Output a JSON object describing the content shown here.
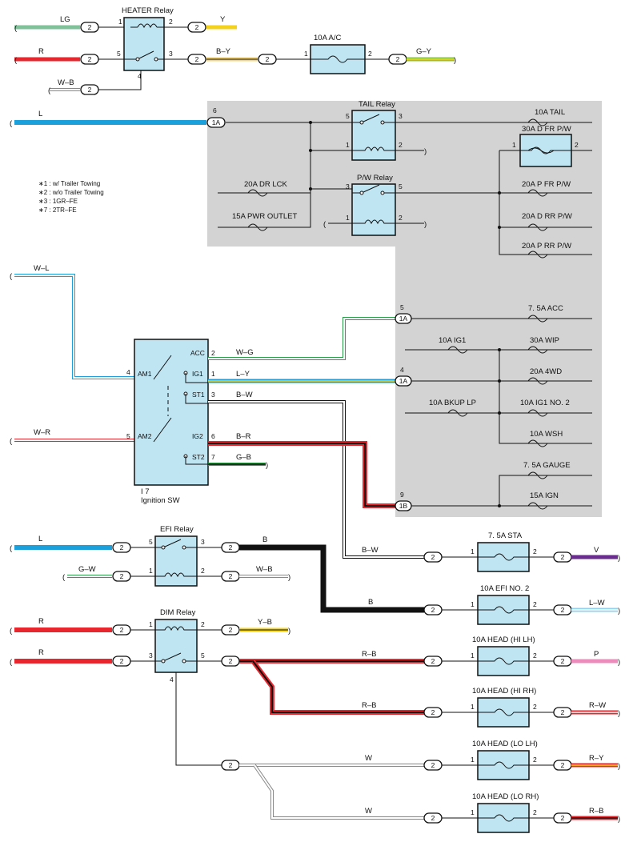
{
  "relays": {
    "heater": "HEATER Relay",
    "tail": "TAIL Relay",
    "pw": "P/W Relay",
    "efi": "EFI Relay",
    "dim": "DIM Relay"
  },
  "fuses": {
    "ac": "10A A/C",
    "tail": "10A TAIL",
    "dfrpw": "30A D FR P/W",
    "drlck": "20A DR LCK",
    "pfrpw": "20A P FR P/W",
    "pwroutlet": "15A PWR OUTLET",
    "drrpw": "20A D RR P/W",
    "prrpw": "20A P RR P/W",
    "acc": "7. 5A ACC",
    "ig1": "10A IG1",
    "wip": "30A WIP",
    "fwd": "20A 4WD",
    "bkuplp": "10A BKUP LP",
    "ig1no2": "10A IG1 NO. 2",
    "wsh": "10A WSH",
    "gauge": "7. 5A GAUGE",
    "ign": "15A IGN",
    "sta": "7. 5A STA",
    "efino2": "10A EFI NO. 2",
    "headhilh": "10A HEAD (HI LH)",
    "headhirh": "10A HEAD (HI RH)",
    "headlolh": "10A HEAD (LO LH)",
    "headlorh": "10A HEAD (LO RH)"
  },
  "notes": [
    "∗1 : w/ Trailer Towing",
    "∗2 : w/o Trailer Towing",
    "∗3 : 1GR–FE",
    "∗7 : 2TR–FE"
  ],
  "ignition": {
    "ref": "I 7",
    "name": "Ignition SW",
    "acc": "ACC",
    "ig1": "IG1",
    "st1": "ST1",
    "am1": "AM1",
    "am2": "AM2",
    "ig2": "IG2",
    "st2": "ST2"
  },
  "wires": {
    "lg": "LG",
    "y": "Y",
    "r": "R",
    "by": "B–Y",
    "gy": "G–Y",
    "wb": "W–B",
    "l": "L",
    "wl": "W–L",
    "wg": "W–G",
    "ly": "L–Y",
    "bw": "B–W",
    "wr": "W–R",
    "br": "B–R",
    "gb": "G–B",
    "b": "B",
    "gw": "G–W",
    "v": "V",
    "lw": "L–W",
    "rb": "R–B",
    "p": "P",
    "rw": "R–W",
    "ry": "R–Y",
    "yb": "Y–B",
    "wh": "W"
  },
  "connectors": {
    "c2": "2",
    "c1a": "1A",
    "c1b": "1B"
  },
  "pins": {
    "p1": "1",
    "p2": "2",
    "p3": "3",
    "p4": "4",
    "p5": "5",
    "p6": "6",
    "p7": "7",
    "p9": "9"
  },
  "colors": {
    "lg": "#7fc29a",
    "y": "#f4d21c",
    "r": "#e8262d",
    "by": "#f2d27a",
    "gy": "#8cc63f",
    "l": "#1ba0dc",
    "v": "#6a2c8e",
    "lw": "#8fd3f0",
    "p": "#ee8bbd",
    "yb": "#f4d21c",
    "gray": "#d3d3d4",
    "relay": "#bfe5f3"
  }
}
